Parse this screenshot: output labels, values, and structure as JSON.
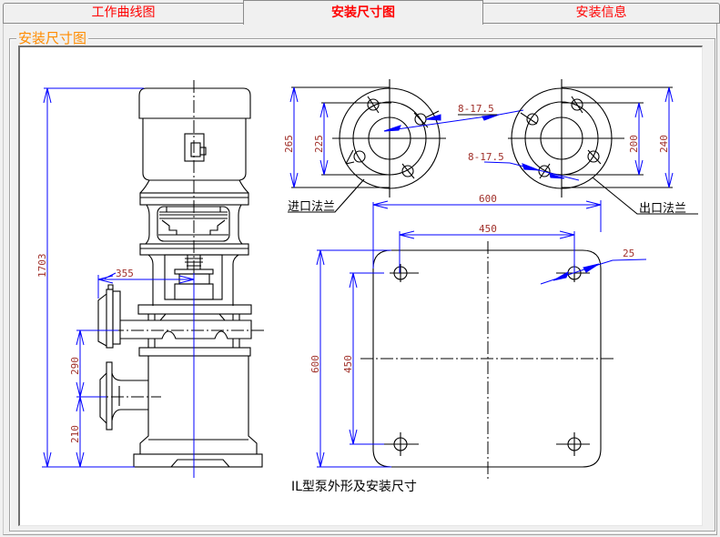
{
  "tabs": [
    {
      "label": "工作曲线图",
      "active": false
    },
    {
      "label": "安装尺寸图",
      "active": true
    },
    {
      "label": "安装信息",
      "active": false
    }
  ],
  "colors": {
    "tab_text": "#ff0000",
    "group_title": "#ff8c00",
    "dimension_line": "#0000ff",
    "dimension_text": "#a0302a"
  },
  "group": {
    "title": "安装尺寸图"
  },
  "drawing": {
    "caption": "IL型泵外形及安装尺寸",
    "side_view": {
      "overall_height": "1703",
      "outlet_to_inlet": "290",
      "inlet_height": "210",
      "outlet_offset": "355"
    },
    "inlet_flange": {
      "label": "进口法兰",
      "outer_dim": "265",
      "bolt_circle": "225",
      "holes": "8-17.5"
    },
    "outlet_flange": {
      "label": "出口法兰",
      "outer_dim": "240",
      "bolt_circle": "200",
      "holes": "8-17.5"
    },
    "base_plate": {
      "width": "600",
      "hole_spacing_x": "450",
      "depth": "600",
      "hole_spacing_y": "450",
      "hole_dia": "25"
    }
  }
}
